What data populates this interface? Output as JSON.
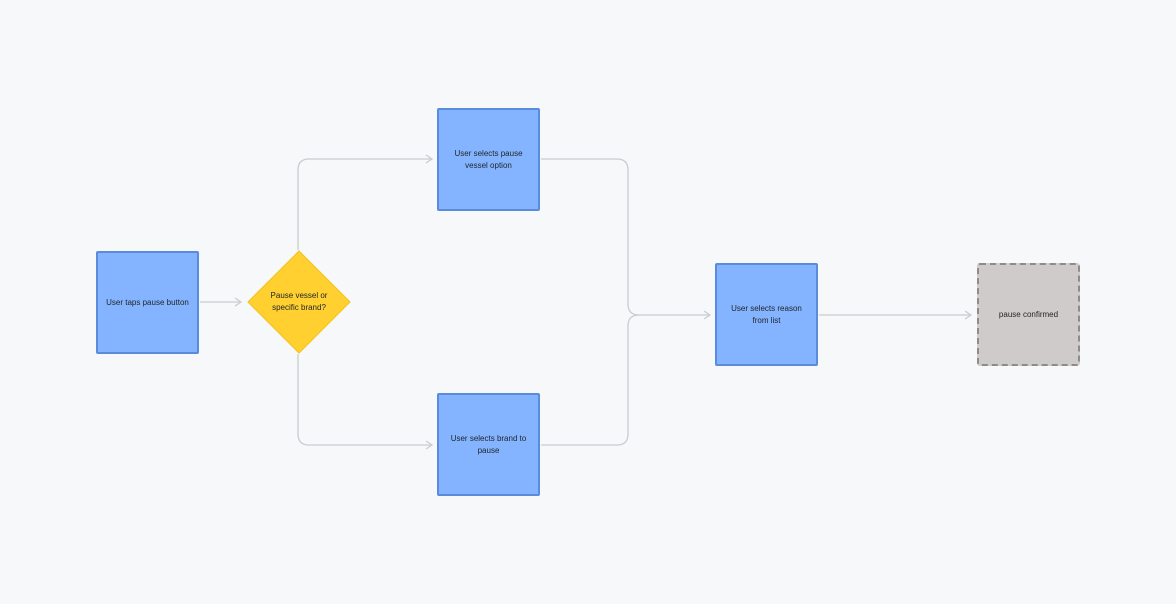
{
  "diagram": {
    "nodes": {
      "start": "User taps pause button",
      "decision": "Pause vessel or specific brand?",
      "pause_vessel": "User selects pause vessel option",
      "select_brand": "User selects brand to pause",
      "select_reason": "User selects reason from list",
      "confirmed": "pause confirmed"
    },
    "colors": {
      "process_fill": "#84b4ff",
      "process_border": "#5b8bdb",
      "decision_fill": "#ffd02f",
      "terminal_fill": "#cfcbcb",
      "terminal_border": "#8f8b8b",
      "connector": "#c9ccd1",
      "background": "#f6f8fa"
    },
    "edges": [
      {
        "from": "start",
        "to": "decision"
      },
      {
        "from": "decision",
        "to": "pause_vessel"
      },
      {
        "from": "decision",
        "to": "select_brand"
      },
      {
        "from": "pause_vessel",
        "to": "select_reason"
      },
      {
        "from": "select_brand",
        "to": "select_reason"
      },
      {
        "from": "select_reason",
        "to": "confirmed"
      }
    ]
  }
}
